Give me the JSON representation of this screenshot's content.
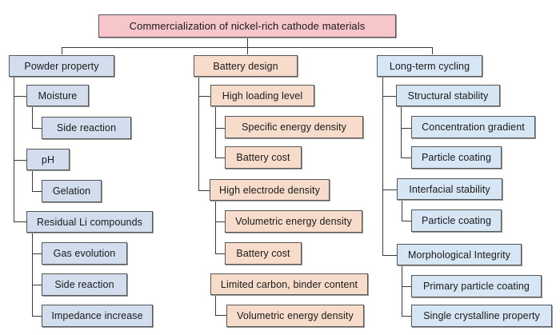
{
  "colors": {
    "root": "#f7c6ca",
    "powder": "#d2deee",
    "battery": "#f8dccb",
    "cycling": "#d6e6f4",
    "border": "#555555",
    "connector": "#3a3a3a"
  },
  "root": {
    "label": "Commercialization of nickel-rich cathode materials"
  },
  "columns": [
    {
      "label": "Powder property",
      "children": [
        {
          "label": "Moisture",
          "children": [
            {
              "label": "Side reaction"
            }
          ]
        },
        {
          "label": "pH",
          "children": [
            {
              "label": "Gelation"
            }
          ]
        },
        {
          "label": "Residual Li compounds",
          "children": [
            {
              "label": "Gas evolution"
            },
            {
              "label": "Side reaction"
            },
            {
              "label": "Impedance increase"
            }
          ]
        }
      ]
    },
    {
      "label": "Battery design",
      "children": [
        {
          "label": "High loading level",
          "children": [
            {
              "label": "Specific energy density"
            },
            {
              "label": "Battery cost"
            }
          ]
        },
        {
          "label": "High electrode density",
          "children": [
            {
              "label": "Volumetric energy density"
            },
            {
              "label": "Battery cost"
            }
          ]
        },
        {
          "label": "Limited carbon, binder content",
          "children": [
            {
              "label": "Volumetric energy density"
            }
          ]
        }
      ]
    },
    {
      "label": "Long-term cycling",
      "children": [
        {
          "label": "Structural stability",
          "children": [
            {
              "label": "Concentration gradient"
            },
            {
              "label": "Particle coating"
            }
          ]
        },
        {
          "label": "Interfacial stability",
          "children": [
            {
              "label": "Particle coating"
            }
          ]
        },
        {
          "label": "Morphological Integrity",
          "children": [
            {
              "label": "Primary particle coating"
            },
            {
              "label": "Single crystalline property"
            }
          ]
        }
      ]
    }
  ]
}
